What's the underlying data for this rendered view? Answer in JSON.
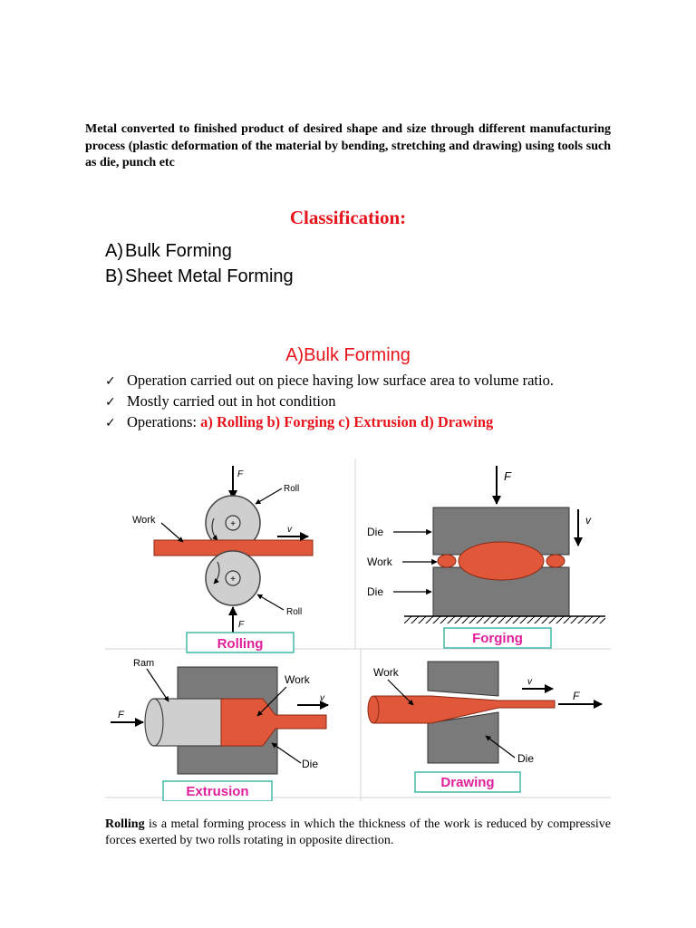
{
  "intro": "Metal converted to finished product of desired shape and size through different manufacturing process (plastic deformation of the material by bending, stretching and drawing) using tools such as die, punch etc",
  "classification": {
    "title": "Classification:",
    "items": [
      {
        "marker": "A)",
        "label": "Bulk Forming"
      },
      {
        "marker": "B)",
        "label": "Sheet Metal Forming"
      }
    ]
  },
  "bulk_forming": {
    "title": "A)Bulk Forming",
    "bullets": [
      "Operation carried out on piece having low surface area to volume ratio.",
      "Mostly carried out in hot condition"
    ],
    "operations_prefix": "Operations: ",
    "operations_list": "a) Rolling b) Forging c) Extrusion d) Drawing"
  },
  "diagrams": {
    "rolling": {
      "caption": "Rolling",
      "work": "Work",
      "roll_top": "Roll",
      "roll_bottom": "Roll",
      "force_top": "F",
      "force_bottom": "F",
      "velocity": "v"
    },
    "forging": {
      "caption": "Forging",
      "force": "F",
      "velocity": "v",
      "die_top": "Die",
      "work": "Work",
      "die_bottom": "Die"
    },
    "extrusion": {
      "caption": "Extrusion",
      "ram": "Ram",
      "work": "Work",
      "force": "F",
      "velocity": "v",
      "die": "Die"
    },
    "drawing": {
      "caption": "Drawing",
      "work": "Work",
      "velocity": "v",
      "force": "F",
      "die": "Die"
    }
  },
  "rolling_description": {
    "term": "Rolling",
    "text": " is a metal forming process in which the thickness of the work is reduced by compressive forces exerted by two rolls rotating in opposite direction."
  },
  "colors": {
    "accent_red": "#e8141b",
    "work_orange": "#e0573a",
    "caption_magenta": "#e0209a",
    "caption_border": "#40b8a8",
    "roll_gray": "#cfcfcf",
    "die_gray": "#7a7a7a"
  }
}
